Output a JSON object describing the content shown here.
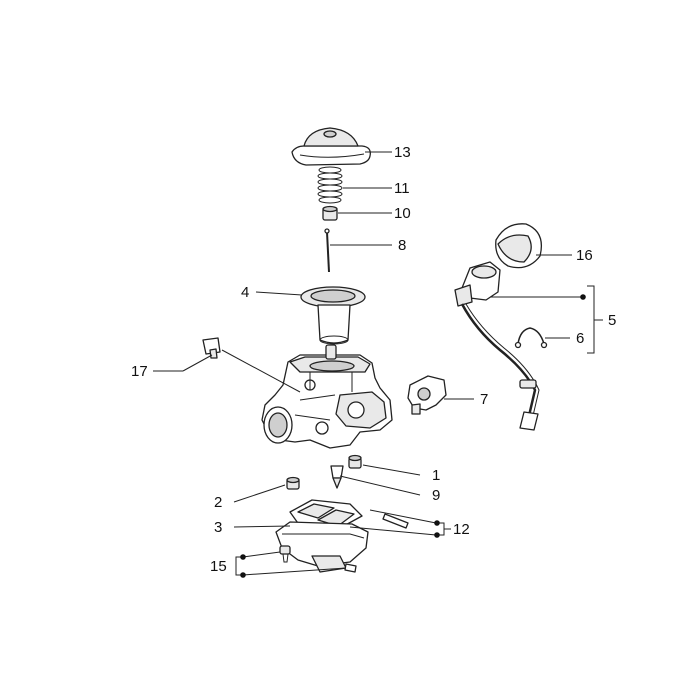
{
  "callouts": {
    "c1": "1",
    "c2": "2",
    "c3": "3",
    "c4": "4",
    "c5": "5",
    "c6": "6",
    "c7": "7",
    "c8": "8",
    "c9": "9",
    "c10": "10",
    "c11": "11",
    "c12": "12",
    "c13": "13",
    "c15": "15",
    "c16": "16",
    "c17": "17"
  },
  "colors": {
    "line": "#222222",
    "background": "#ffffff",
    "shade": "#cfcfcf"
  }
}
